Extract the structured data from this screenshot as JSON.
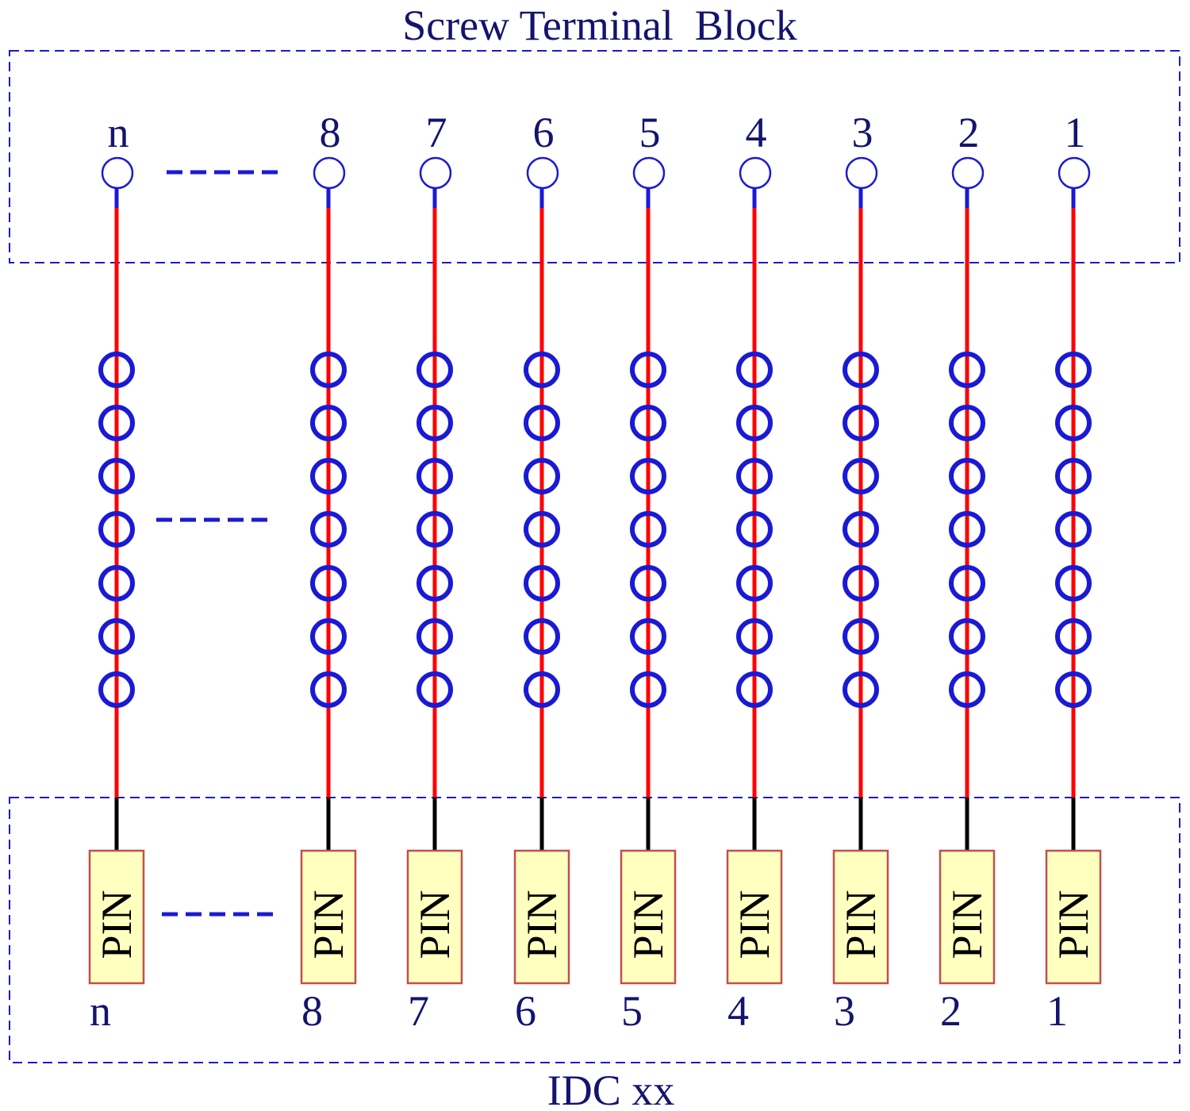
{
  "title": "Screw Terminal  Block",
  "footer": "IDC xx",
  "pin_text": "PIN",
  "channels": [
    {
      "id": "n",
      "top_label": "n",
      "bottom_label": "n"
    },
    {
      "id": "8",
      "top_label": "8",
      "bottom_label": "8"
    },
    {
      "id": "7",
      "top_label": "7",
      "bottom_label": "7"
    },
    {
      "id": "6",
      "top_label": "6",
      "bottom_label": "6"
    },
    {
      "id": "5",
      "top_label": "5",
      "bottom_label": "5"
    },
    {
      "id": "4",
      "top_label": "4",
      "bottom_label": "4"
    },
    {
      "id": "3",
      "top_label": "3",
      "bottom_label": "3"
    },
    {
      "id": "2",
      "top_label": "2",
      "bottom_label": "2"
    },
    {
      "id": "1",
      "top_label": "1",
      "bottom_label": "1"
    }
  ],
  "colors": {
    "box_border": "#1a1ad4",
    "label_text": "#14146e",
    "wire": "#ff0000",
    "stub_blue": "#1a1ad4",
    "stub_black": "#000000",
    "ring": "#1a1ad4",
    "pin_fill": "#ffffc0",
    "pin_border": "#c0504d"
  }
}
